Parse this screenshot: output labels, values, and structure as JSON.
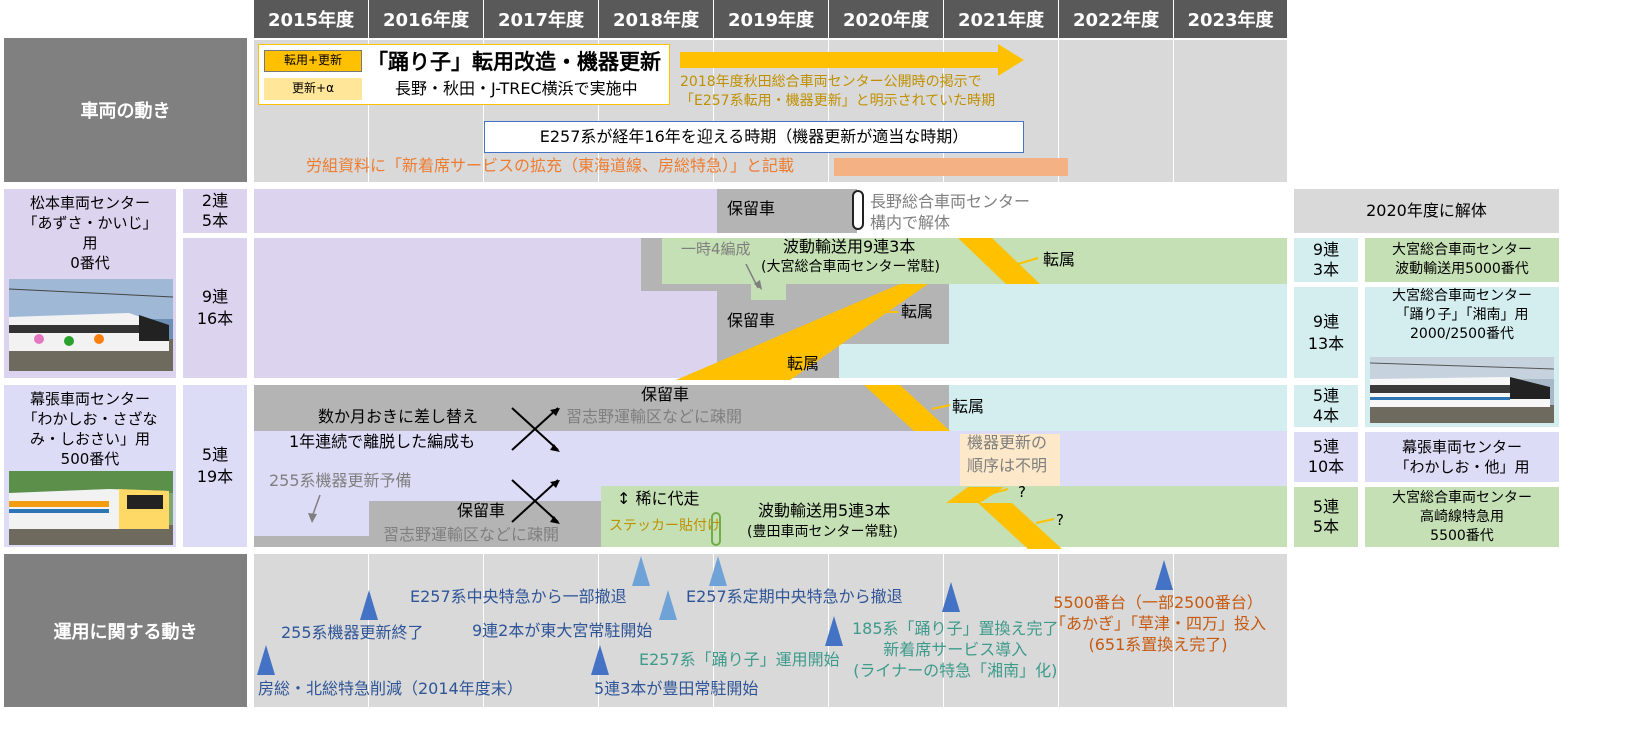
{
  "years": [
    "2015年度",
    "2016年度",
    "2017年度",
    "2018年度",
    "2019年度",
    "2020年度",
    "2021年度",
    "2022年度",
    "2023年度"
  ],
  "row_headers": {
    "movement": "車両の動き",
    "operation": "運用に関する動き"
  },
  "legend": {
    "badge1": "転用+更新",
    "badge2": "更新+α",
    "title": "「踊り子」転用改造・機器更新",
    "subtitle": "長野・秋田・J-TREC横浜で実施中"
  },
  "top": {
    "akita_note_1": "2018年度秋田総合車両センター公開時の掲示で",
    "akita_note_2": "「E257系転用・機器更新」と明示されていた時期",
    "box16": "E257系が経年16年を迎える時期（機器更新が適当な時期）",
    "union_note": "労組資料に「新着席サービスの拡充（東海道線、房総特急）」と記載"
  },
  "matsumoto": {
    "name": [
      "松本車両センター",
      "「あずさ・かいじ」",
      "用",
      "0番代"
    ],
    "g1_a": "2連",
    "g1_b": "5本",
    "g2_a": "9連",
    "g2_b": "16本",
    "hold": "保留車",
    "scrap_1": "長野総合車両センター",
    "scrap_2": "構内で解体",
    "temp4": "一時4編成",
    "wave1": "波動輸送用9連3本",
    "wave2": "(大宮総合車両センター常駐)",
    "hold2": "保留車",
    "transfer": "転属"
  },
  "makuhari": {
    "name": [
      "幕張車両センター",
      "「わかしお・さざな",
      "み・しおさい」用",
      "500番代"
    ],
    "g_a": "5連",
    "g_b": "19本",
    "hold": "保留車",
    "dispersed": "習志野運輸区などに疎開",
    "swap1": "数か月おきに差し替え",
    "swap2": "1年連続で離脱した編成も",
    "spare255": "255系機器更新予備",
    "rare": "↕ 稀に代走",
    "sticker": "ステッカー貼付け",
    "wave1": "波動輸送用5連3本",
    "wave2": "(豊田車両センター常駐)",
    "order1": "機器更新の",
    "order2": "順序は不明",
    "q": "?"
  },
  "right": {
    "scrap2020": "2020年度に解体",
    "r1_a": "9連",
    "r1_b": "3本",
    "r1_d": [
      "大宮総合車両センター",
      "波動輸送用5000番代"
    ],
    "r2_a": "9連",
    "r2_b": "13本",
    "r2_d": [
      "大宮総合車両センター",
      "「踊り子」「湘南」用",
      "2000/2500番代"
    ],
    "r3_a": "5連",
    "r3_b": "4本",
    "r4_a": "5連",
    "r4_b": "10本",
    "r4_d": [
      "幕張車両センター",
      "「わかしお・他」用"
    ],
    "r5_a": "5連",
    "r5_b": "5本",
    "r5_d": [
      "大宮総合車両センター",
      "高崎線特急用",
      "5500番代"
    ]
  },
  "events": {
    "e1": "房総・北総特急削減（2014年度末）",
    "e2": "255系機器更新終了",
    "e3": "E257系中央特急から一部撤退",
    "e4": "9連2本が東大宮常駐開始",
    "e5": "5連3本が豊田常駐開始",
    "e6": "E257系定期中央特急から撤退",
    "e7": "E257系「踊り子」運用開始",
    "e8": [
      "185系「踊り子」置換え完了",
      "新着席サービス導入",
      "(ライナーの特急「湘南」化)"
    ],
    "e9": [
      "5500番台（一部2500番台）",
      "「あかぎ」「草津・四万」投入",
      "(651系置換え完了)"
    ]
  },
  "colors": {
    "arrow": "#ffc000",
    "event_dark": "#4472c4",
    "event_light": "#6fa3d8",
    "orange_text": "#c55a11",
    "gold_text": "#bf9000"
  }
}
